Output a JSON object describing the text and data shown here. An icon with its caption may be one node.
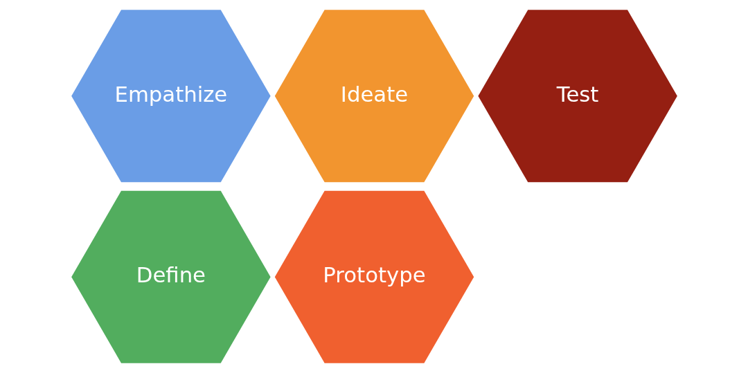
{
  "diagram": {
    "nodes": [
      {
        "text": [
          "Empathize"
        ]
      },
      {
        "text": [
          "Define"
        ]
      },
      {
        "text": [
          "Ideate"
        ]
      },
      {
        "text": [
          "Prototype"
        ]
      },
      {
        "text": [
          "Test"
        ]
      }
    ]
  }
}
